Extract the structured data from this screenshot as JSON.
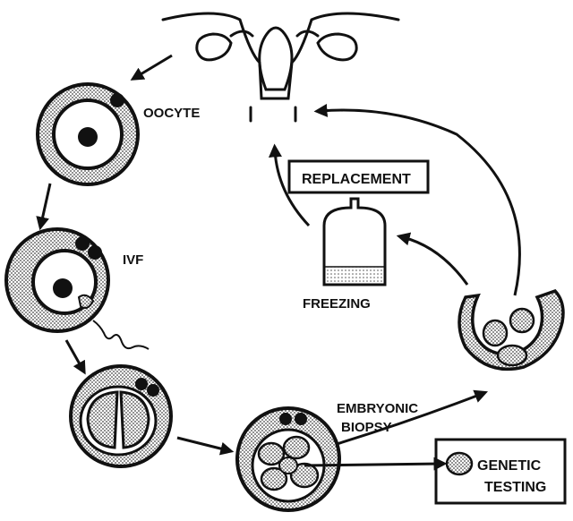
{
  "labels": {
    "oocyte": "OOCYTE",
    "ivf": "IVF",
    "freezing": "FREEZING",
    "replacement": "REPLACEMENT",
    "embryonic_biopsy_line1": "EMBRYONIC",
    "embryonic_biopsy_line2": "BIOPSY",
    "genetic_testing_line1": "GENETIC",
    "genetic_testing_line2": "TESTING"
  },
  "colors": {
    "ink": "#111111",
    "stipple": "#6e6e6e",
    "background": "#ffffff"
  }
}
